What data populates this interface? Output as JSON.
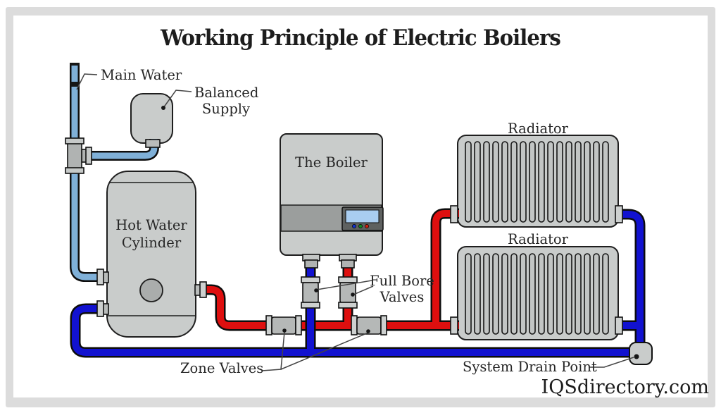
{
  "title": "Working Principle of Electric Boilers",
  "watermark": "IQSdirectory.com",
  "labels": {
    "main_water": "Main Water",
    "balanced_supply_line1": "Balanced",
    "balanced_supply_line2": "Supply",
    "boiler": "The Boiler",
    "hot_water_cylinder_line1": "Hot Water",
    "hot_water_cylinder_line2": "Cylinder",
    "radiator_top": "Radiator",
    "radiator_bottom": "Radiator",
    "full_bore_valves_line1": "Full Bore",
    "full_bore_valves_line2": "Valves",
    "zone_valves": "Zone Valves",
    "system_drain_point": "System Drain Point"
  },
  "colors": {
    "cold_main_pipe": "#7fb0d8",
    "flow_hot_pipe": "#de0f0f",
    "return_cold_pipe": "#1212d0",
    "pipe_outline": "#0d0d0d",
    "component_gray": "#c9cccb",
    "panel_band_gray": "#9b9e9d",
    "display_screen_blue": "#a9cdf0",
    "frame_gray": "#dcdcdc",
    "text": "#262626"
  }
}
